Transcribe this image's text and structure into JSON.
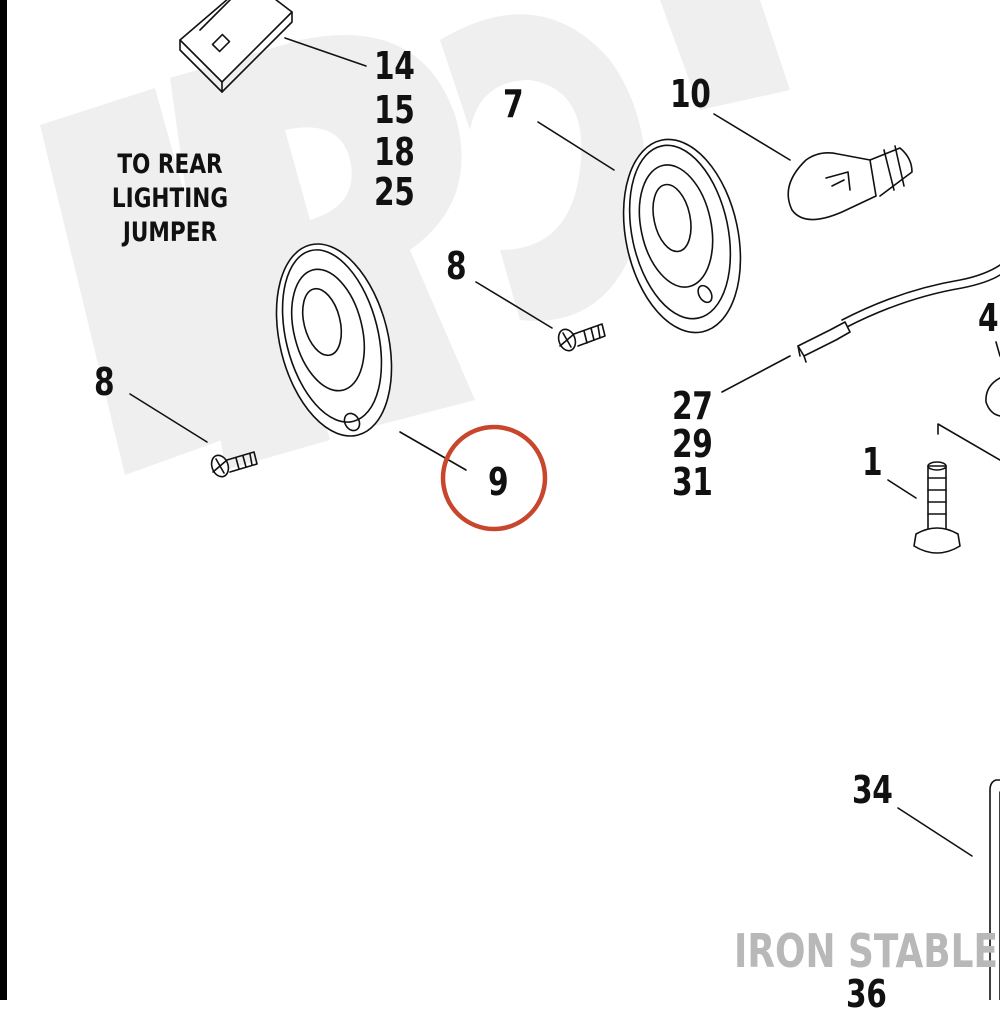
{
  "caption": {
    "line1": "TO REAR",
    "line2": "LIGHTING JUMPER"
  },
  "callouts": {
    "c14": "14",
    "c15": "15",
    "c18": "18",
    "c25": "25",
    "c7": "7",
    "c10": "10",
    "c8_top": "8",
    "c8_left": "8",
    "c4": "4",
    "c27": "27",
    "c29": "29",
    "c31": "31",
    "c1": "1",
    "c9": "9",
    "c34": "34",
    "c36": "36"
  },
  "watermark": {
    "text": "IRON STABLE"
  },
  "highlight": {
    "callout": "9",
    "color": "#c8462b"
  },
  "colors": {
    "line": "#111111",
    "watermark": "#efefef",
    "watermark_text": "#b8b8b8",
    "highlight": "#c8462b"
  }
}
